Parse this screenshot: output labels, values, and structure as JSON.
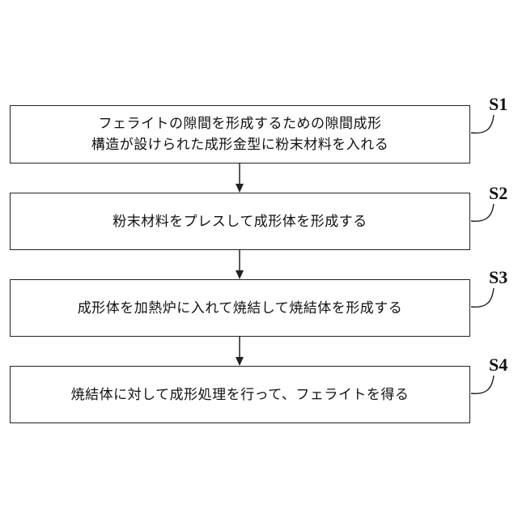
{
  "steps": [
    {
      "label": "S1",
      "lines": [
        "フェライトの隙間を形成するための隙間成形",
        "構造が設けられた成形金型に粉末材料を入れる"
      ]
    },
    {
      "label": "S2",
      "lines": [
        "粉末材料をプレスして成形体を形成する"
      ]
    },
    {
      "label": "S3",
      "lines": [
        "成形体を加熱炉に入れて焼結して焼結体を形成する"
      ]
    },
    {
      "label": "S4",
      "lines": [
        "焼結体に対して成形処理を行って、フェライトを得る"
      ]
    }
  ]
}
